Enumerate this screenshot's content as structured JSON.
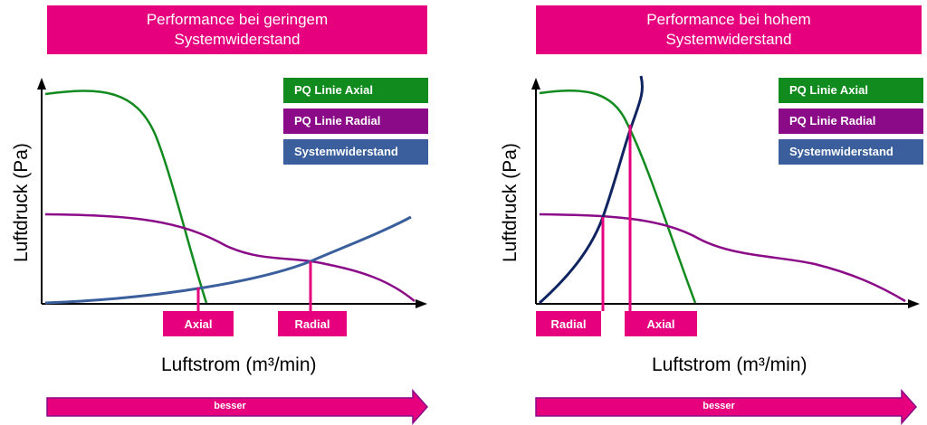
{
  "colors": {
    "magenta": "#e6007e",
    "green": "#118a1e",
    "purple": "#8b0a88",
    "blue": "#3a5f9c",
    "navy": "#0f2461"
  },
  "panels": [
    {
      "title": "Performance bei geringem\nSystemwiderstand",
      "ylabel": "Luftdruck (Pa)",
      "xlabel": "Luftstrom (m³/min)",
      "legend": [
        {
          "label": "PQ Linie Axial",
          "color": "#118a1e"
        },
        {
          "label": "PQ Linie Radial",
          "color": "#8b0a88"
        },
        {
          "label": "Systemwiderstand",
          "color": "#3a5f9c"
        }
      ],
      "markers": [
        {
          "label": "Axial"
        },
        {
          "label": "Radial"
        }
      ],
      "arrow_label": "besser"
    },
    {
      "title": "Performance bei hohem\nSystemwiderstand",
      "ylabel": "Luftdruck (Pa)",
      "xlabel": "Luftstrom (m³/min)",
      "legend": [
        {
          "label": "PQ Linie Axial",
          "color": "#118a1e"
        },
        {
          "label": "PQ Linie Radial",
          "color": "#8b0a88"
        },
        {
          "label": "Systemwiderstand",
          "color": "#3a5f9c"
        }
      ],
      "markers": [
        {
          "label": "Radial"
        },
        {
          "label": "Axial"
        }
      ],
      "arrow_label": "besser"
    }
  ]
}
